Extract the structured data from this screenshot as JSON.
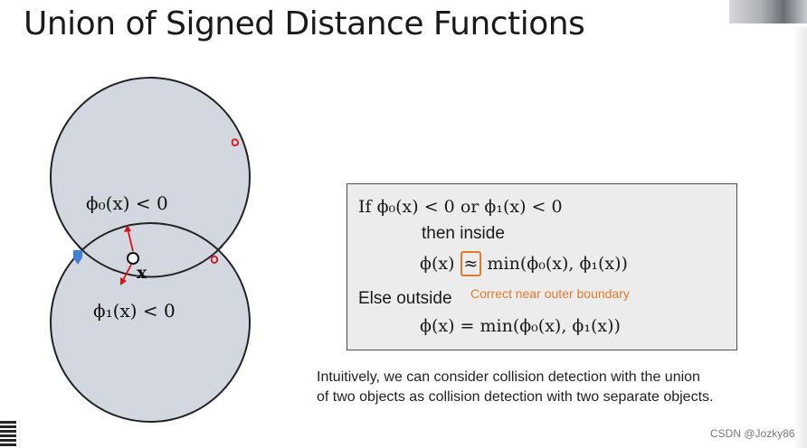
{
  "slide": {
    "title": "Union of Signed Distance Functions"
  },
  "diagram": {
    "label_phi0": "ϕ₀(x) < 0",
    "label_phi1": "ϕ₁(x) < 0",
    "label_point": "x",
    "colors": {
      "fill": "#d2d7e0",
      "outline": "#222222",
      "arrow": "#d6141b",
      "marker": "#3f7fd9"
    }
  },
  "condition_box": {
    "line1": "If ϕ₀(x) < 0 or ϕ₁(x) < 0",
    "line2": "then inside",
    "line3_lhs": "ϕ(x)",
    "line3_approx": "≈",
    "line3_rhs": "min(ϕ₀(x), ϕ₁(x))",
    "annotation": "Correct near outer boundary",
    "line4": "Else outside",
    "line5": "ϕ(x) = min(ϕ₀(x), ϕ₁(x))",
    "colors": {
      "background": "#ececec",
      "highlight": "#e07a2c"
    }
  },
  "explanation": {
    "line1": "Intuitively, we can consider collision detection with the union",
    "line2": "of two objects as collision detection with two separate objects."
  },
  "watermark": "CSDN @Jozky86"
}
